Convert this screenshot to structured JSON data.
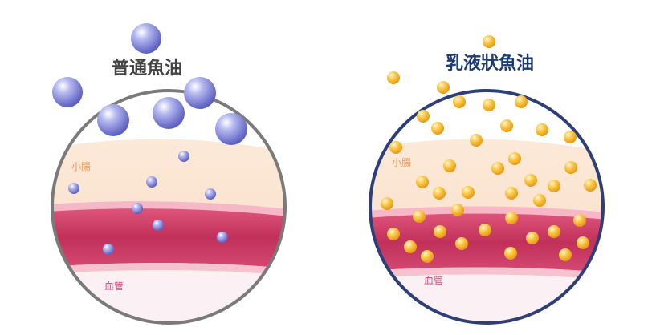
{
  "panels": [
    {
      "id": "regular",
      "title": "普通魚油",
      "intestine_label": "小腸",
      "vessel_label": "血管",
      "title_color": "#444444",
      "ring_color": "#7a7a7a",
      "particle_style": "large-blue-sphere"
    },
    {
      "id": "emulsified",
      "title": "乳液狀魚油",
      "intestine_label": "小腸",
      "vessel_label": "血管",
      "title_color": "#1f3a6e",
      "ring_color": "#2e3f78",
      "particle_style": "small-gold-sphere"
    }
  ],
  "colors": {
    "intestine_label": "#e89a5a",
    "vessel_label": "#d9467a",
    "blue_particle": "#7b7fd6",
    "gold_particle": "#f5b53a",
    "tissue": "#fbe3cf",
    "vessel": "#c93a62"
  }
}
